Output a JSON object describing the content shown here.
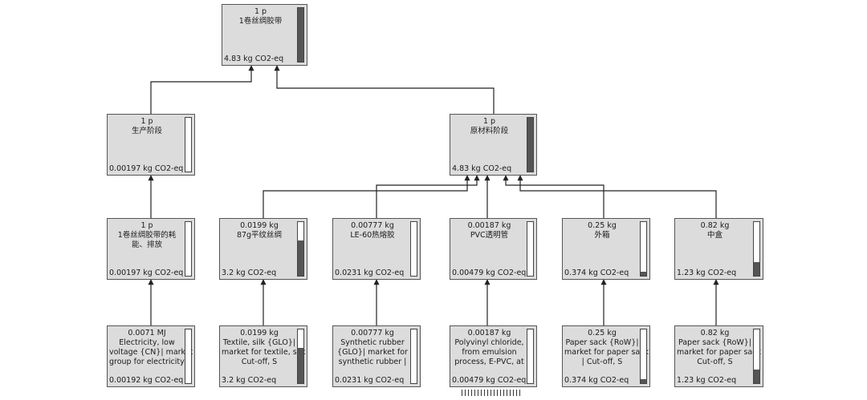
{
  "nodes": [
    {
      "id": "root",
      "lines": [
        "1 p",
        "1卷丝绸胶带"
      ],
      "value": "4.83 kg CO2-eq",
      "fill": 1.0
    },
    {
      "id": "prod",
      "lines": [
        "1 p",
        "生产阶段"
      ],
      "value": "0.00197 kg CO2-eq",
      "fill": 0.0
    },
    {
      "id": "raw",
      "lines": [
        "1 p",
        "原材料阶段"
      ],
      "value": "4.83 kg CO2-eq",
      "fill": 1.0
    },
    {
      "id": "energy",
      "lines": [
        "1 p",
        "1卷丝绸胶带的耗",
        "能、排放"
      ],
      "value": "0.00197 kg CO2-eq",
      "fill": 0.0
    },
    {
      "id": "silk",
      "lines": [
        "0.0199 kg",
        "87g平纹丝绸"
      ],
      "value": "3.2 kg CO2-eq",
      "fill": 0.66
    },
    {
      "id": "glue",
      "lines": [
        "0.00777 kg",
        "LE-60热熔胶"
      ],
      "value": "0.0231 kg CO2-eq",
      "fill": 0.0
    },
    {
      "id": "pvc",
      "lines": [
        "0.00187 kg",
        "PVC透明管"
      ],
      "value": "0.00479 kg CO2-eq",
      "fill": 0.0
    },
    {
      "id": "box",
      "lines": [
        "0.25 kg",
        "外箱"
      ],
      "value": "0.374 kg CO2-eq",
      "fill": 0.08
    },
    {
      "id": "case",
      "lines": [
        "0.82 kg",
        "中盒"
      ],
      "value": "1.23 kg CO2-eq",
      "fill": 0.25
    },
    {
      "id": "elec",
      "lines": [
        "0.0071 MJ",
        "Electricity, low",
        "voltage {CN}| market",
        "group for electricity,"
      ],
      "value": "0.00192 kg CO2-eq",
      "fill": 0.0
    },
    {
      "id": "textile",
      "lines": [
        "0.0199 kg",
        "Textile, silk {GLO}|",
        "market for textile, silk",
        "Cut-off, S"
      ],
      "value": "3.2 kg CO2-eq",
      "fill": 0.66
    },
    {
      "id": "rubber",
      "lines": [
        "0.00777 kg",
        "Synthetic rubber",
        "{GLO}| market for",
        "synthetic rubber |"
      ],
      "value": "0.0231 kg CO2-eq",
      "fill": 0.0
    },
    {
      "id": "pvcchem",
      "lines": [
        "0.00187 kg",
        "Polyvinyl chloride,",
        "from emulsion",
        "process, E-PVC, at"
      ],
      "value": "0.00479 kg CO2-eq",
      "fill": 0.0
    },
    {
      "id": "sack1",
      "lines": [
        "0.25 kg",
        "Paper sack {RoW}|",
        "market for paper sack",
        "| Cut-off, S"
      ],
      "value": "0.374 kg CO2-eq",
      "fill": 0.08
    },
    {
      "id": "sack2",
      "lines": [
        "0.82 kg",
        "Paper sack {RoW}|",
        "market for paper sack",
        "Cut-off, S"
      ],
      "value": "1.23 kg CO2-eq",
      "fill": 0.25
    }
  ],
  "colors": {
    "node_bg": "#dcdcdc",
    "node_border": "#555555",
    "bar_fill": "#555555",
    "wire": "#222222"
  }
}
